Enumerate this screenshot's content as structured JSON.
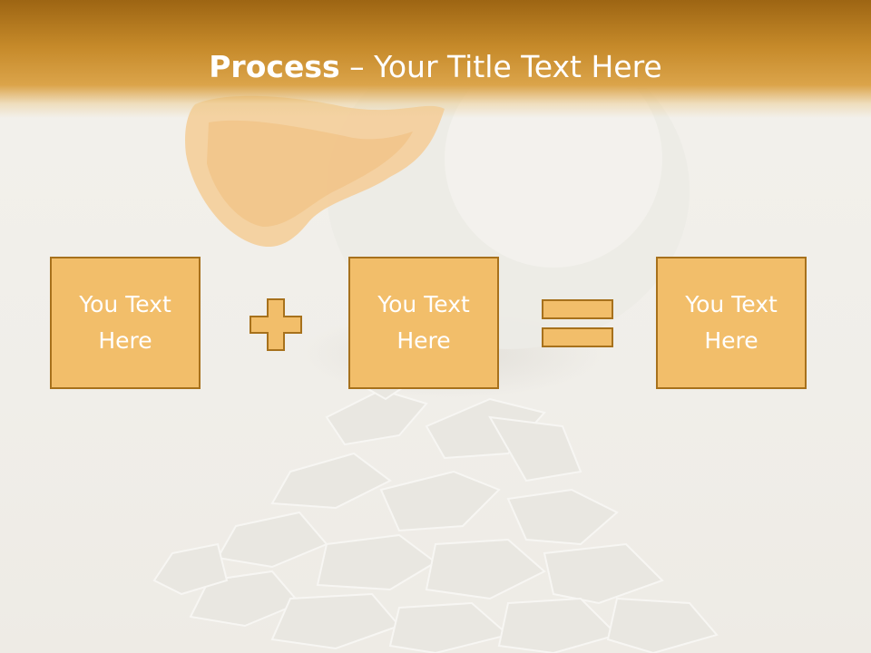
{
  "slide": {
    "title_bold": "Process",
    "title_rest": " – Your Title Text Here"
  },
  "boxes": [
    {
      "text": "You Text Here"
    },
    {
      "text": "You Text Here"
    },
    {
      "text": "You Text Here"
    }
  ],
  "operators": [
    "plus-sign",
    "equals-sign"
  ],
  "colors": {
    "header": "#C68A2A",
    "box_fill": "#F2BE6A",
    "box_border": "#A7711C",
    "background": "#F1EFEA"
  }
}
